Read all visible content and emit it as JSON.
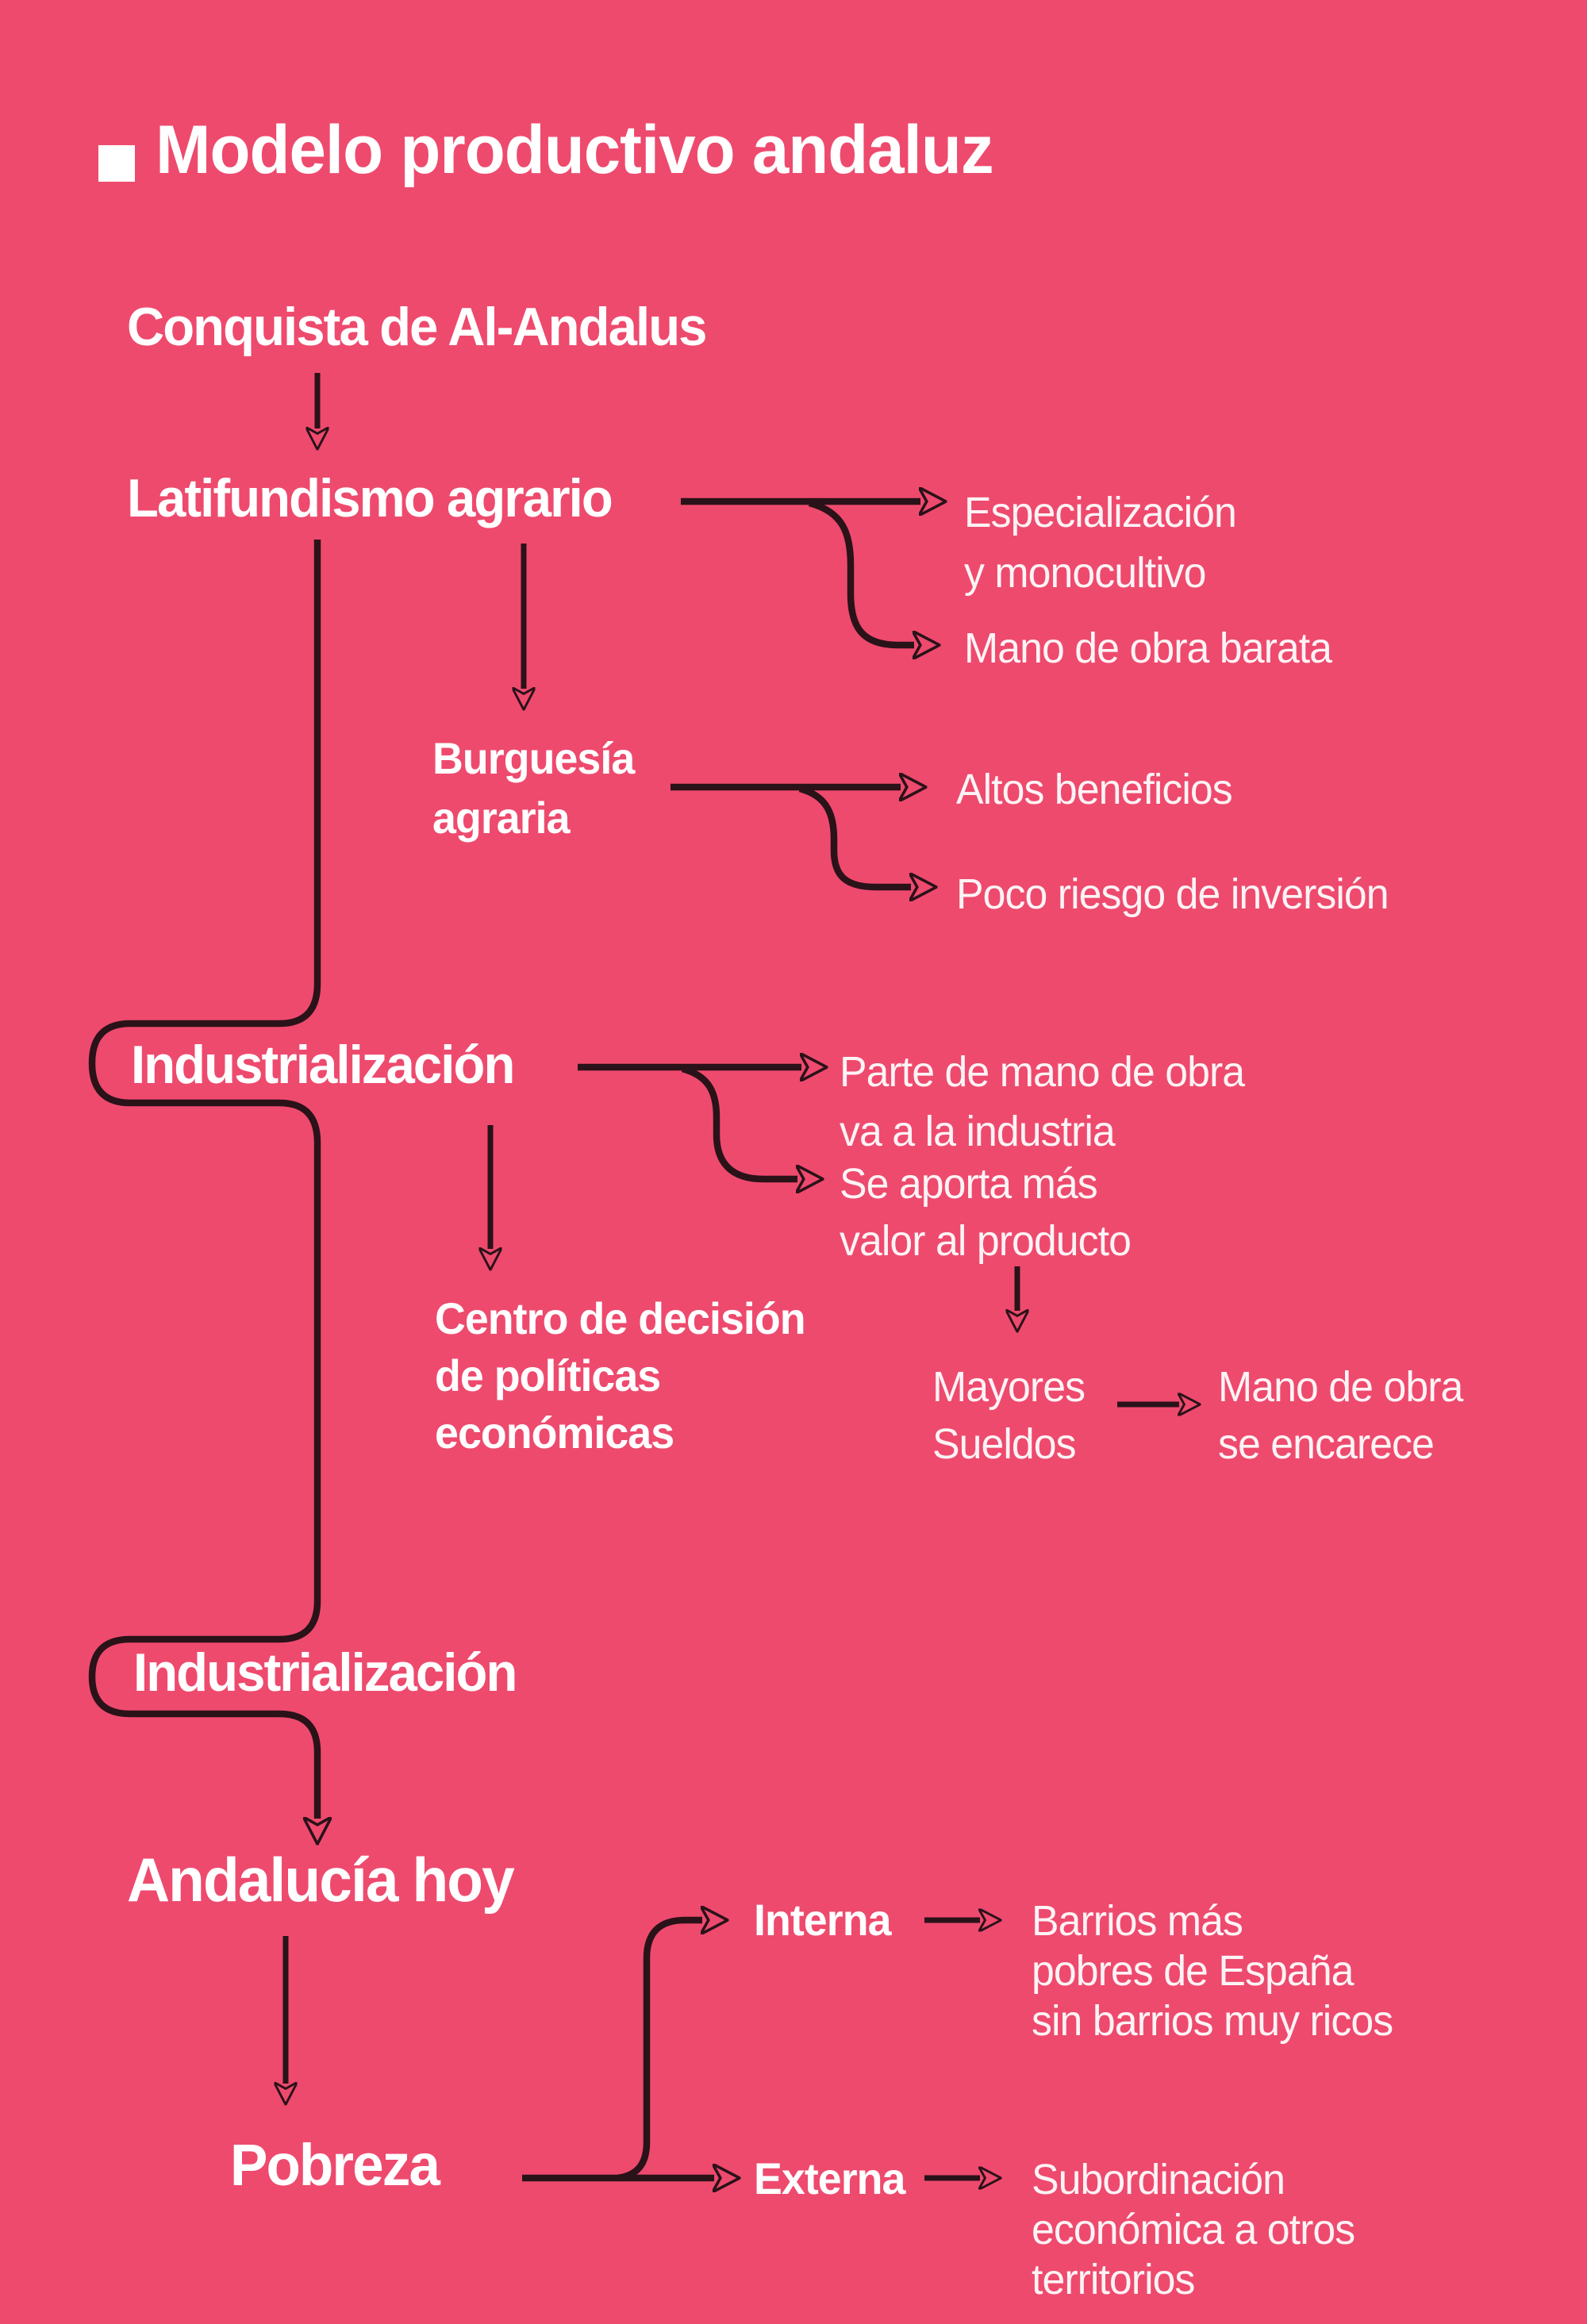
{
  "colors": {
    "background": "#EE4A6E",
    "line": "#2A1219",
    "heading_text": "#FFFFFF",
    "leaf_text": "#FDF3F5"
  },
  "title": {
    "text": "Modelo productivo andaluz"
  },
  "nodes": {
    "conquista": {
      "label": "Conquista de Al-Andalus"
    },
    "latifundismo": {
      "label": "Latifundismo agrario"
    },
    "especializacion": {
      "lines": [
        "Especialización",
        "y monocultivo"
      ]
    },
    "mano_obra_barata": {
      "label": "Mano de obra barata"
    },
    "burguesia": {
      "lines": [
        "Burguesía",
        "agraria"
      ]
    },
    "altos_beneficios": {
      "label": "Altos beneficios"
    },
    "poco_riesgo": {
      "label": "Poco riesgo de inversión"
    },
    "industrializacion_1": {
      "label": "Industrialización"
    },
    "parte_mano_obra": {
      "lines": [
        "Parte de mano de obra",
        "va a la industria"
      ]
    },
    "se_aporta": {
      "lines": [
        "Se aporta más",
        "valor al producto"
      ]
    },
    "centro_decision": {
      "lines": [
        "Centro de decisión",
        "de políticas",
        "económicas"
      ]
    },
    "mayores_sueldos": {
      "lines": [
        "Mayores",
        "Sueldos"
      ]
    },
    "mano_obra_encarece": {
      "lines": [
        "Mano de obra",
        "se encarece"
      ]
    },
    "industrializacion_2": {
      "label": "Industrialización"
    },
    "andalucia_hoy": {
      "label": "Andalucía hoy"
    },
    "pobreza": {
      "label": "Pobreza"
    },
    "interna": {
      "label": "Interna"
    },
    "barrios": {
      "lines": [
        "Barrios más",
        "pobres de España",
        "sin barrios muy ricos"
      ]
    },
    "externa": {
      "label": "Externa"
    },
    "subordinacion": {
      "lines": [
        "Subordinación",
        "económica a otros",
        "territorios"
      ]
    }
  }
}
